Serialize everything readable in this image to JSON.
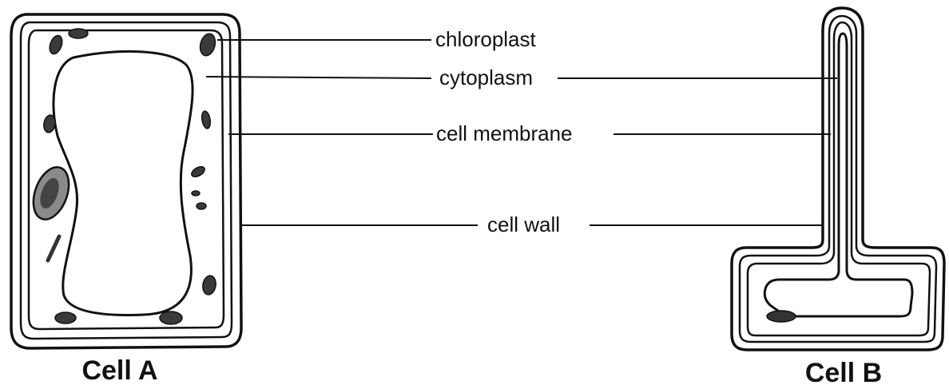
{
  "labels": {
    "chloroplast": "chloroplast",
    "cytoplasm": "cytoplasm",
    "cell_membrane": "cell membrane",
    "cell_wall": "cell wall"
  },
  "cells": {
    "a": "Cell A",
    "b": "Cell B"
  }
}
